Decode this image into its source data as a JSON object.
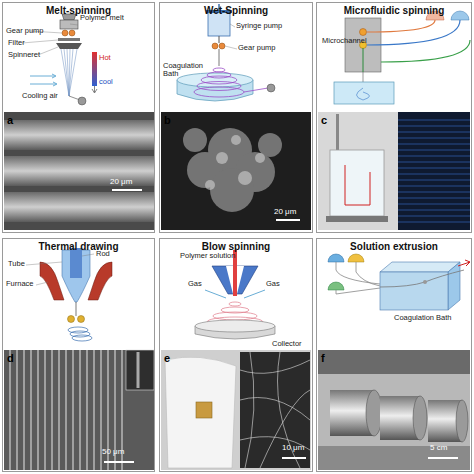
{
  "diagram": {
    "nodes": [
      {
        "text": [
          "Melt-spinning"
        ]
      },
      {
        "text": [
          "Wet-Spinning"
        ]
      },
      {
        "text": [
          "Microfluidic spinning"
        ]
      },
      {
        "text": [
          "Thermal drawing"
        ]
      },
      {
        "text": [
          "Blow spinning"
        ]
      },
      {
        "text": [
          "Solution extrusion"
        ]
      }
    ],
    "labels": [
      "Polymer melt",
      "Gear pump",
      "Filter",
      "Spinneret",
      "Hot",
      "cool",
      "Cooling air",
      "a",
      "20 μm",
      "Syringe pump",
      "Gear pump",
      "Coagulation Bath",
      "b",
      "20 μm",
      "Microchannel",
      "c",
      "Tube",
      "Rod",
      "Furnace",
      "d",
      "50 μm",
      "Polymer solution",
      "Gas",
      "Gas",
      "Collector",
      "e",
      "10 μm",
      "Coagulation Bath",
      "f",
      "5 cm"
    ]
  }
}
